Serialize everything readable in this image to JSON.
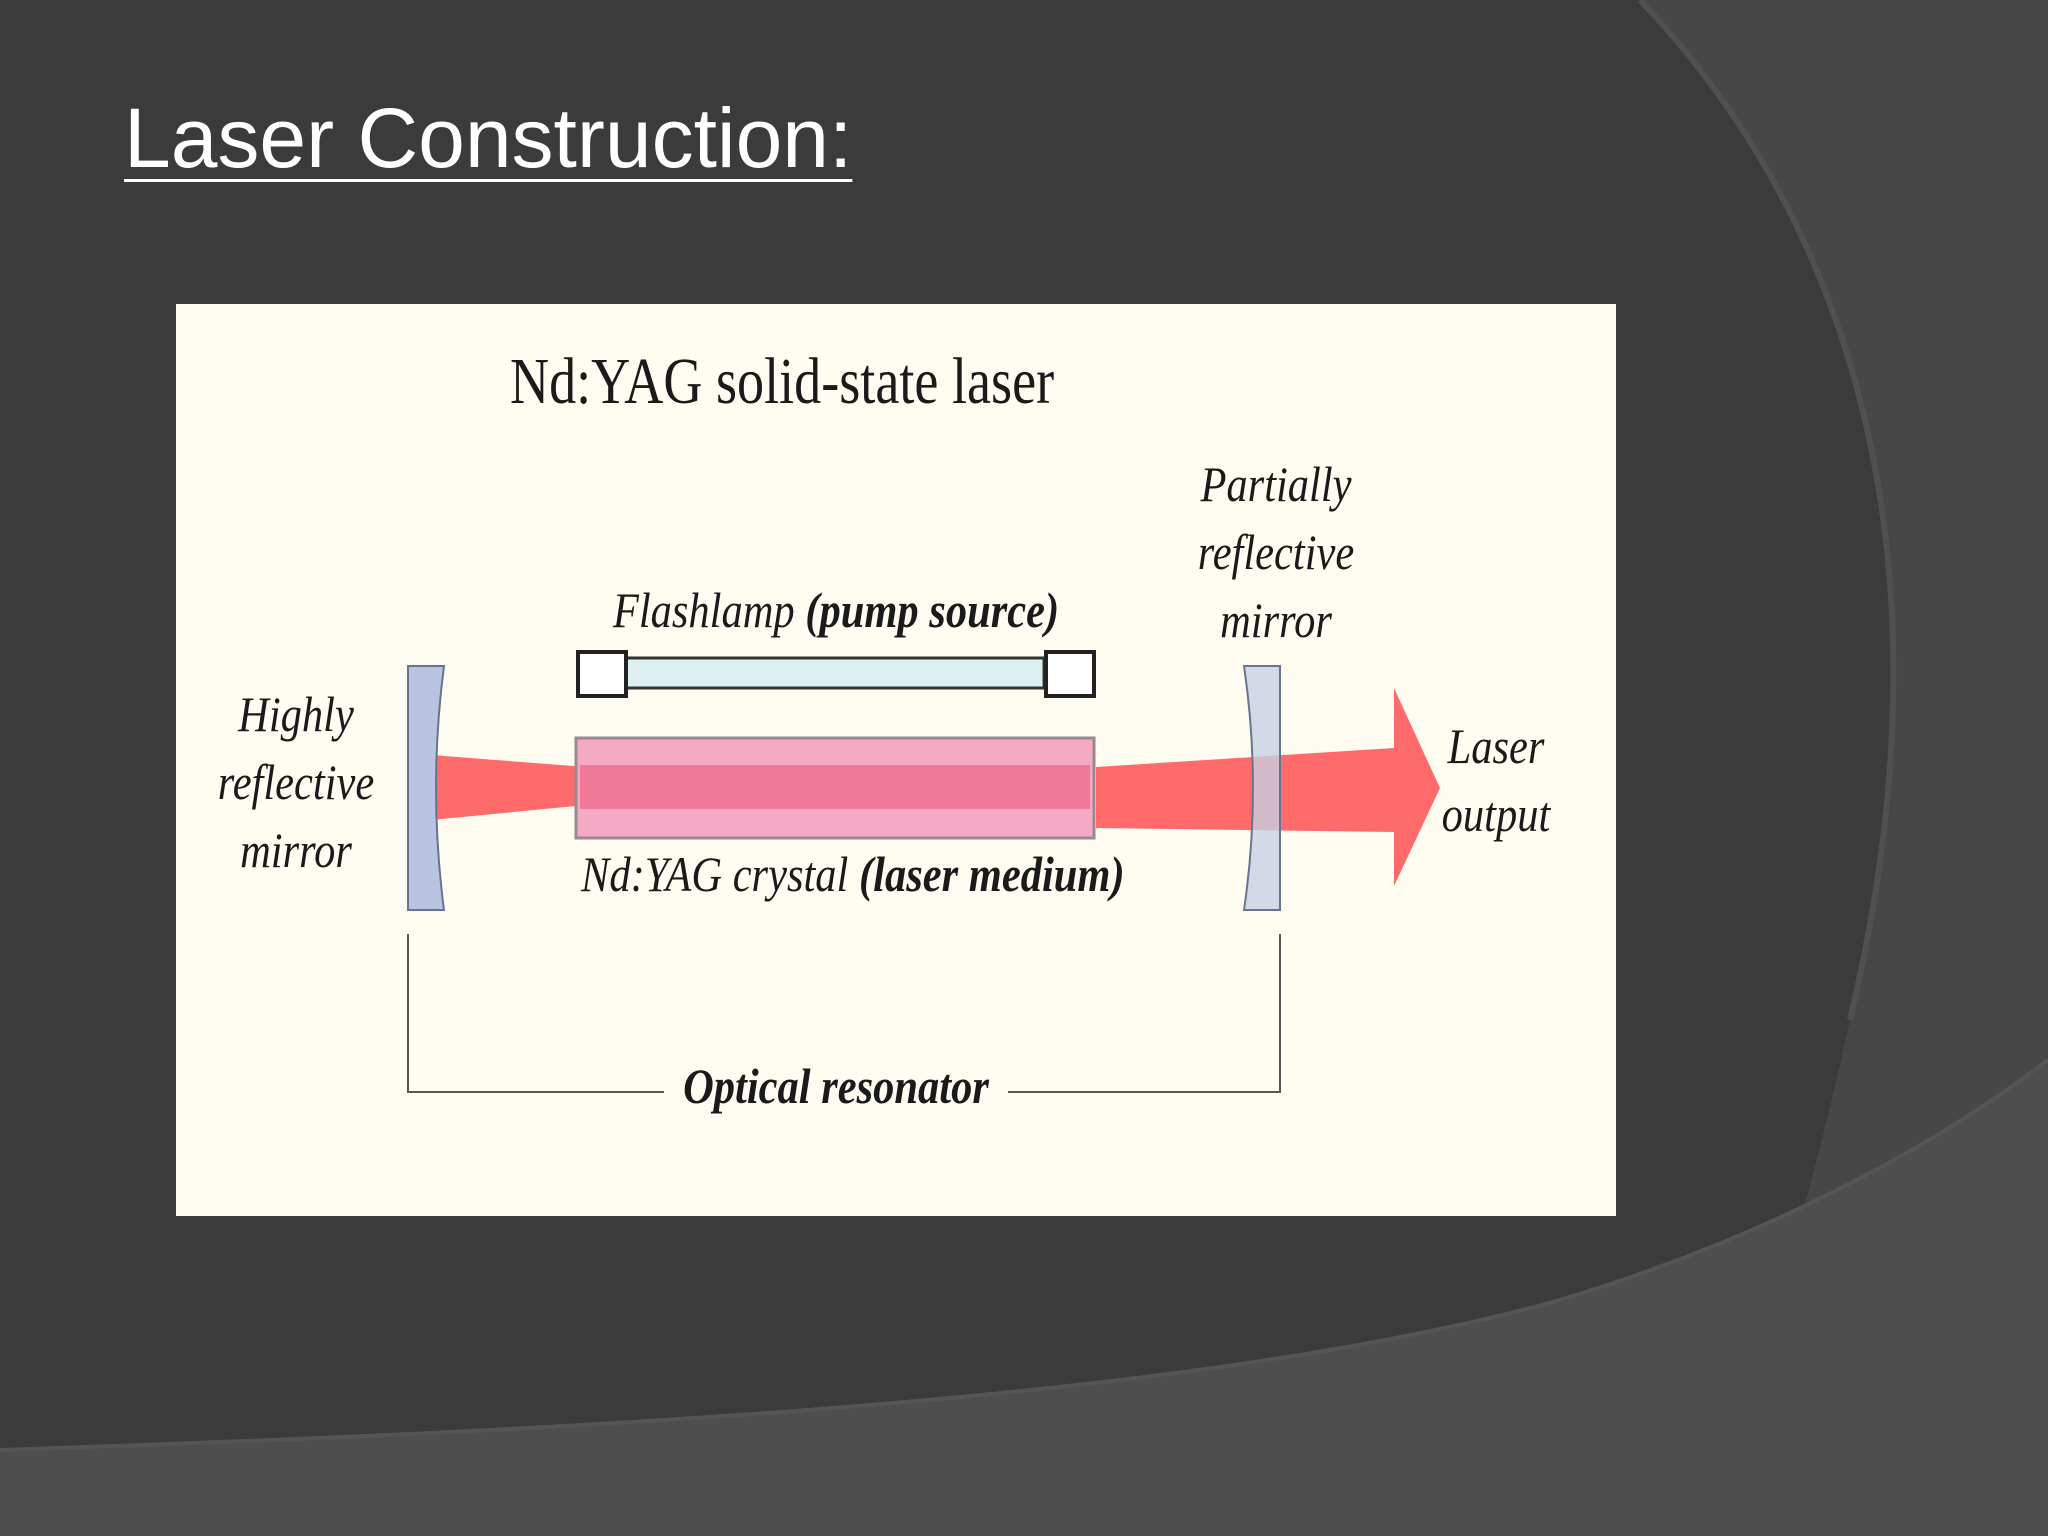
{
  "slide": {
    "title": "Laser Construction:",
    "background_color": "#3b3b3b"
  },
  "diagram": {
    "title": "Nd:YAG solid-state laser",
    "labels": {
      "flashlamp": "Flashlamp",
      "flashlamp_role": "(pump source)",
      "crystal": "Nd:YAG crystal",
      "crystal_role": "(laser medium)",
      "left_mirror": [
        "Highly",
        "reflective",
        "mirror"
      ],
      "right_mirror": [
        "Partially",
        "reflective",
        "mirror"
      ],
      "output": [
        "Laser",
        "output"
      ],
      "resonator": "Optical resonator"
    },
    "colors": {
      "panel": "#fffcf2",
      "beam": "#ff6b6b",
      "crystal": "#f08aa8",
      "flashlamp": "#dff0f2",
      "mirror": "#b9c4e0"
    }
  }
}
